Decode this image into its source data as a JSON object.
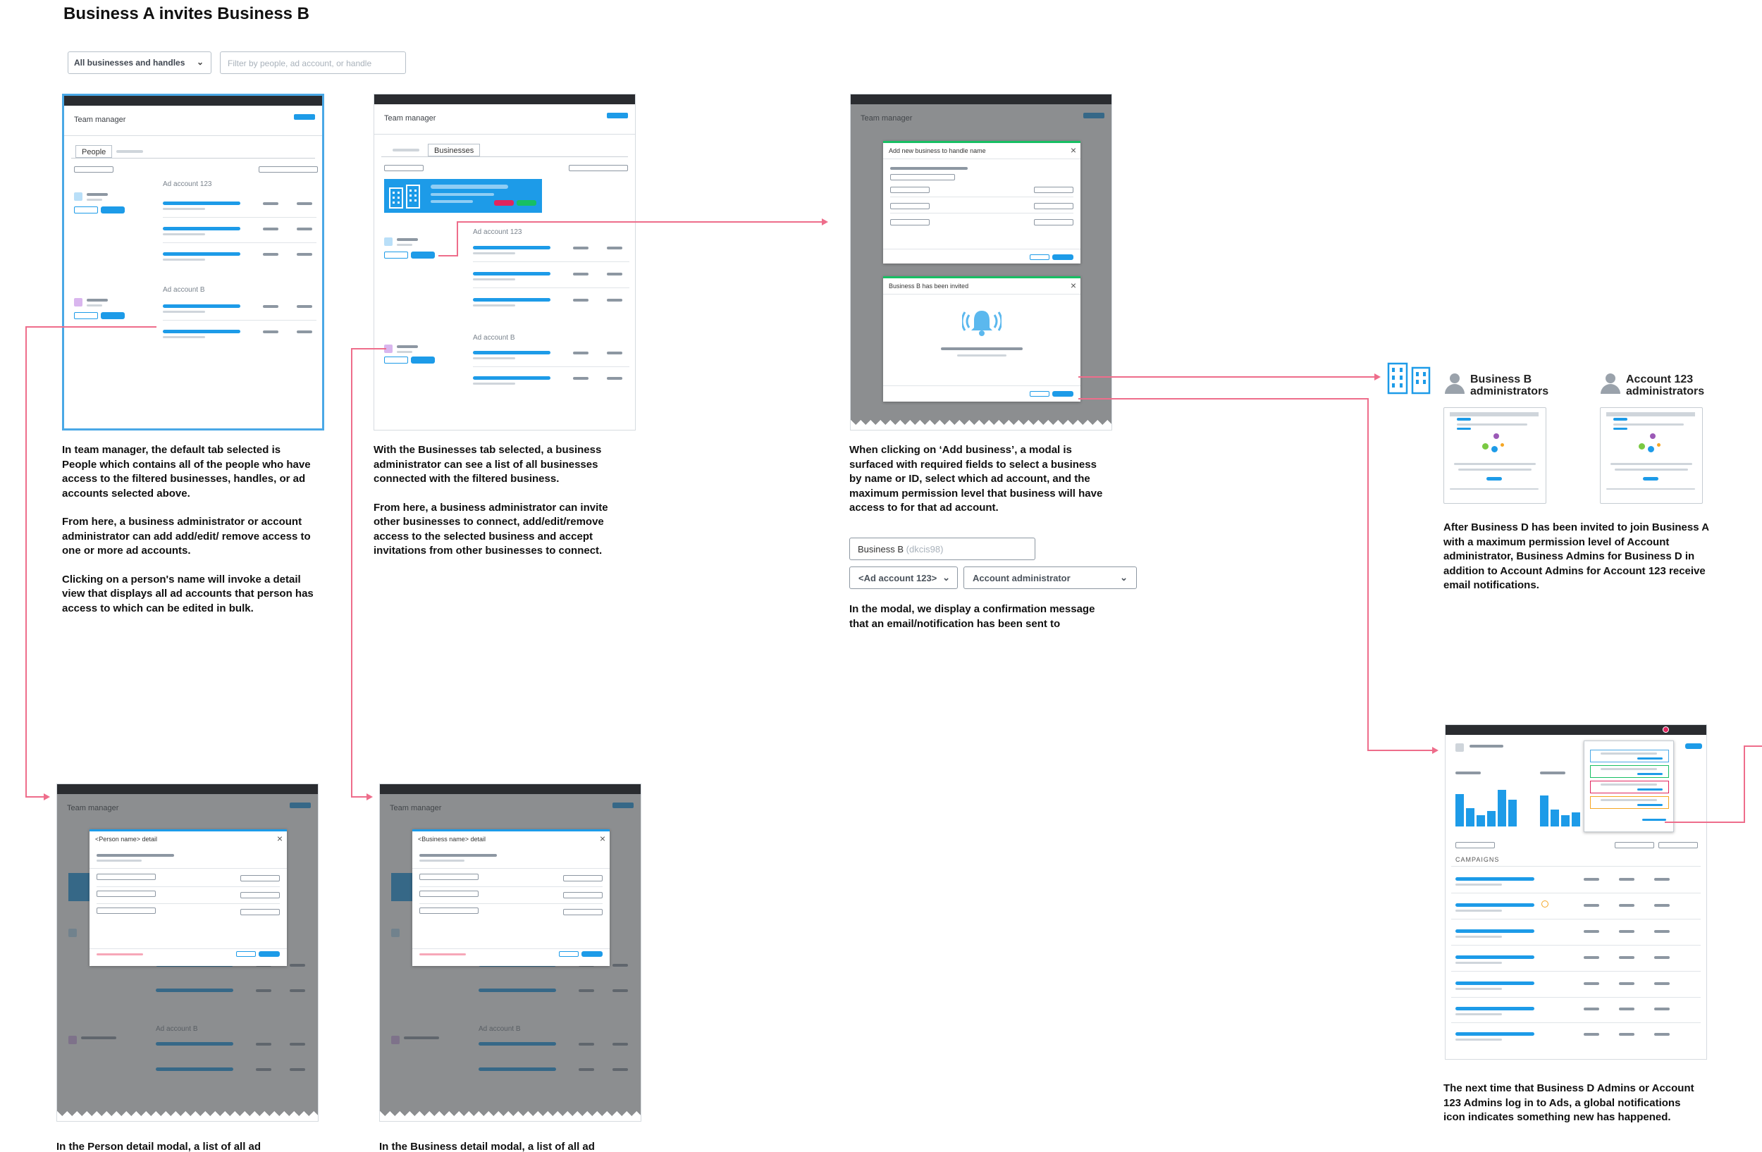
{
  "page": {
    "title": "Business A invites Business B"
  },
  "filters": {
    "scope_select": "All businesses and handles",
    "search_placeholder": "Filter by people, ad account, or handle"
  },
  "wire": {
    "team_manager": "Team manager",
    "tab_people": "People",
    "tab_businesses": "Businesses",
    "ad_account_123": "Ad account 123",
    "ad_account_b": "Ad account B",
    "add_business_modal_title": "Add new business to handle name",
    "invited_modal_title": "Business B has been invited",
    "person_modal_title": "<Person name> detail",
    "business_modal_title": "<Business name> detail",
    "campaigns": "CAMPAIGNS"
  },
  "descriptions": {
    "people": [
      "In team manager, the default tab selected is People which contains all of the people who have access to the filtered businesses, handles, or ad accounts selected above.",
      "From here, a business administrator or account administrator can add add/edit/ remove access to one or more ad accounts.",
      "Clicking on a person's name will invoke a detail view that displays all ad accounts that person has access to which can be edited in bulk."
    ],
    "businesses": [
      "With the Businesses tab selected, a business administrator can see a list of all businesses connected with the filtered business.",
      "From here, a business administrator can invite other businesses to connect, add/edit/remove access to the selected business and accept invitations from other businesses to connect."
    ],
    "add_business": "When clicking on ‘Add business’, a modal is surfaced with required fields to select a business by name or ID, select which ad account, and the maximum permission level that business will have access to for that ad account.",
    "modal_confirm": "In the modal, we display a confirmation message that an email/notification has been sent to",
    "admins": "After Business D  has been invited to join Business A with a maximum permission level of Account administrator, Business Admins for Business D in addition to Account Admins for Account 123 receive email notifications.",
    "notifications": "The next time that Business D Admins or Account 123 Admins log in to Ads, a global notifications icon indicates something new has happened.",
    "person_detail": "In the Person detail modal, a list of all ad",
    "business_detail": "In the Business detail modal, a list of  all ad"
  },
  "example_fields": {
    "business_name": "Business B",
    "business_id": "(dkcis98)",
    "ad_account": "<Ad account 123>",
    "permission": "Account administrator"
  },
  "admins": {
    "business_b": "Business B administrators",
    "account_123": "Account 123 administrators"
  },
  "colors": {
    "accent": "#1d9be8",
    "connector": "#ee6d8b",
    "selected_frame": "#4aa8e6"
  }
}
